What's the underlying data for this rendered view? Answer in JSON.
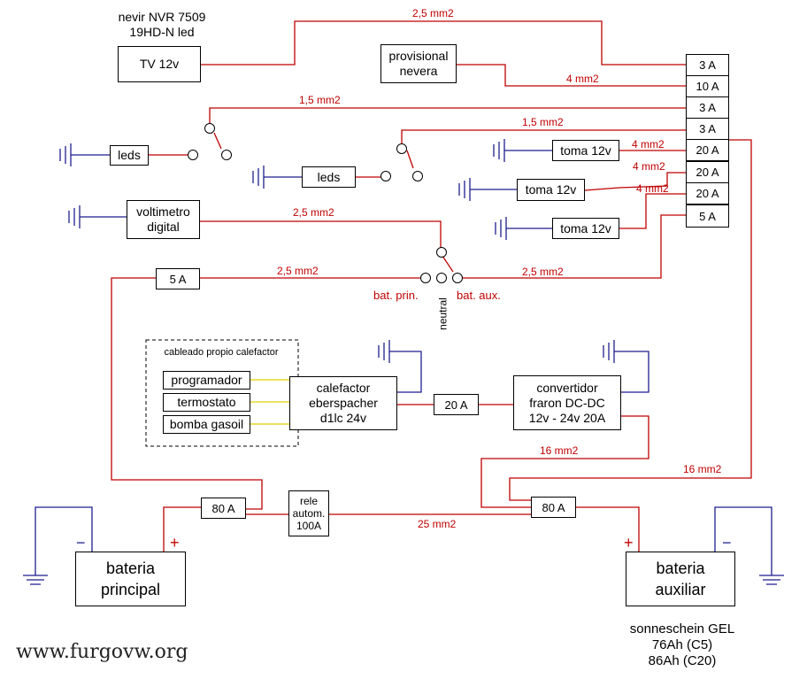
{
  "tv": {
    "model": "nevir NVR 7509\n19HD-N led",
    "box": "TV 12v"
  },
  "nevera": "provisional\nnevera",
  "fuse_block": [
    "3 A",
    "10 A",
    "3 A",
    "3 A",
    "20 A",
    "20 A",
    "20 A",
    "5 A"
  ],
  "leds_1": "leds",
  "leds_2": "leds",
  "tomas": [
    "toma 12v",
    "toma 12v",
    "toma 12v"
  ],
  "voltimetro": "voltimetro\ndigital",
  "fuse_5a": "5 A",
  "selector": {
    "bat_prin": "bat. prin.",
    "neutral": "neutral",
    "bat_aux": "bat. aux."
  },
  "calefactor_group": {
    "title": "cableado propio calefactor",
    "items": [
      "programador",
      "termostato",
      "bomba gasoil"
    ]
  },
  "calefactor": "calefactor\neberspacher\nd1lc 24v",
  "fuse_20a": "20 A",
  "convertidor": "convertidor\nfraron DC-DC\n12v - 24v  20A",
  "fuse_80a_left": "80 A",
  "rele": "rele\nautom.\n100A",
  "fuse_80a_right": "80 A",
  "bateria_principal": "bateria\nprincipal",
  "bateria_auxiliar": "bateria\nauxiliar",
  "battery_spec": "sonneschein GEL\n76Ah (C5)\n86Ah (C20)",
  "polarity": {
    "minus": "−",
    "plus": "+"
  },
  "wire_labels": {
    "tv": "2,5 mm2",
    "nevera": "4 mm2",
    "leds1": "1,5 mm2",
    "leds2": "1,5 mm2",
    "toma1": "4 mm2",
    "toma2": "4 mm2",
    "toma3": "4 mm2",
    "volt": "2,5 mm2",
    "prin": "2,5 mm2",
    "aux": "2,5 mm2",
    "conv_out": "16 mm2",
    "aux_feed": "16 mm2",
    "main": "25 mm2"
  },
  "watermark": "www.furgovw.org",
  "colors": {
    "positive_wire": "#c00000",
    "ground_wire": "#1f1f8f",
    "aux_wire": "#e0d000"
  }
}
